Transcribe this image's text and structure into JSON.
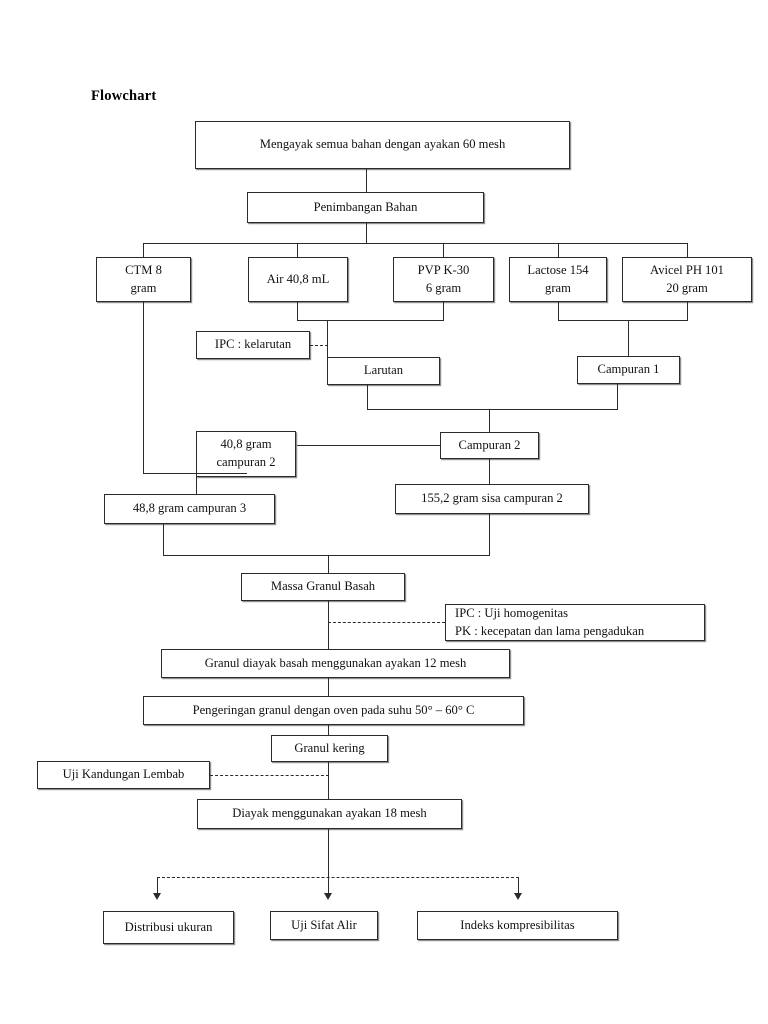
{
  "title": "Flowchart",
  "nodes": {
    "sieve_all": "Mengayak semua bahan dengan ayakan 60 mesh",
    "weighing": "Penimbangan Bahan",
    "ctm": [
      "CTM 8",
      "gram"
    ],
    "water": [
      "Air 40,8 mL"
    ],
    "pvp": [
      "PVP K-30",
      "6 gram"
    ],
    "lactose": [
      "Lactose 154",
      "gram"
    ],
    "avicel": [
      "Avicel PH 101",
      "20 gram"
    ],
    "ipc_solubility": "IPC : kelarutan",
    "solution": "Larutan",
    "mixture1": "Campuran 1",
    "mixture2": "Campuran 2",
    "portion_mix2": [
      "40,8 gram",
      "campuran 2"
    ],
    "mix3": "48,8 gram campuran 3",
    "rest_mix2": "155,2 gram sisa campuran 2",
    "wet_granule_mass": "Massa Granul Basah",
    "ipc_pk": [
      "IPC : Uji homogenitas",
      "PK : kecepatan dan lama pengadukan"
    ],
    "wet_sieving": "Granul diayak basah menggunakan ayakan 12 mesh",
    "drying": "Pengeringan granul dengan oven pada suhu 50° – 60° C",
    "dry_granule": "Granul kering",
    "moisture_test": "Uji Kandungan Lembab",
    "sieving_18": "Diayak menggunakan ayakan 18 mesh",
    "size_distribution": "Distribusi ukuran",
    "flow_test": "Uji Sifat Alir",
    "compressibility": "Indeks kompresibilitas"
  },
  "colors": {
    "stroke": "#2b2b2b",
    "background": "#ffffff",
    "text": "#111111",
    "shadow": "#8e8e8e"
  }
}
